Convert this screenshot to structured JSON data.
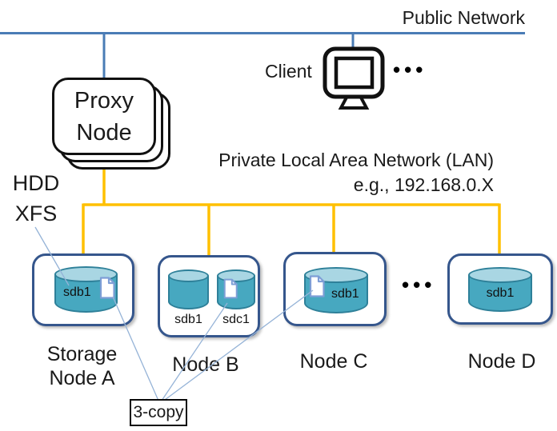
{
  "labels": {
    "public_network": "Public Network",
    "client": "Client",
    "client_ellipsis": "•••",
    "proxy_line1": "Proxy",
    "proxy_line2": "Node",
    "lan_line1": "Private Local Area Network (LAN)",
    "lan_line2": "e.g., 192.168.0.X",
    "hdd": "HDD",
    "xfs": "XFS",
    "copy_box": "3-copy",
    "nodes_ellipsis": "•••"
  },
  "nodes": [
    {
      "id": "A",
      "label_line1": "Storage",
      "label_line2": "Node A",
      "disks": [
        {
          "name": "sdb1",
          "has_file_object": true
        }
      ]
    },
    {
      "id": "B",
      "label_line1": "Node B",
      "label_line2": "",
      "disks": [
        {
          "name": "sdb1",
          "has_file_object": false
        },
        {
          "name": "sdc1",
          "has_file_object": true
        }
      ]
    },
    {
      "id": "C",
      "label_line1": "Node C",
      "label_line2": "",
      "disks": [
        {
          "name": "sdb1",
          "has_file_object": true
        }
      ]
    },
    {
      "id": "D",
      "label_line1": "Node D",
      "label_line2": "",
      "disks": [
        {
          "name": "sdb1",
          "has_file_object": false
        }
      ]
    }
  ],
  "replication": {
    "copies_label": "3-copy"
  },
  "colors": {
    "public_network_line": "#4A7CB5",
    "lan_line": "#FFC000",
    "node_border": "#35568C",
    "cylinder_body": "#47A8C0",
    "cylinder_top": "#A9D6E3",
    "cylinder_border": "#2E8099",
    "file_icon_border": "#7E9ED6",
    "callout_line": "#95B3D7",
    "text": "#1a1a1a"
  }
}
